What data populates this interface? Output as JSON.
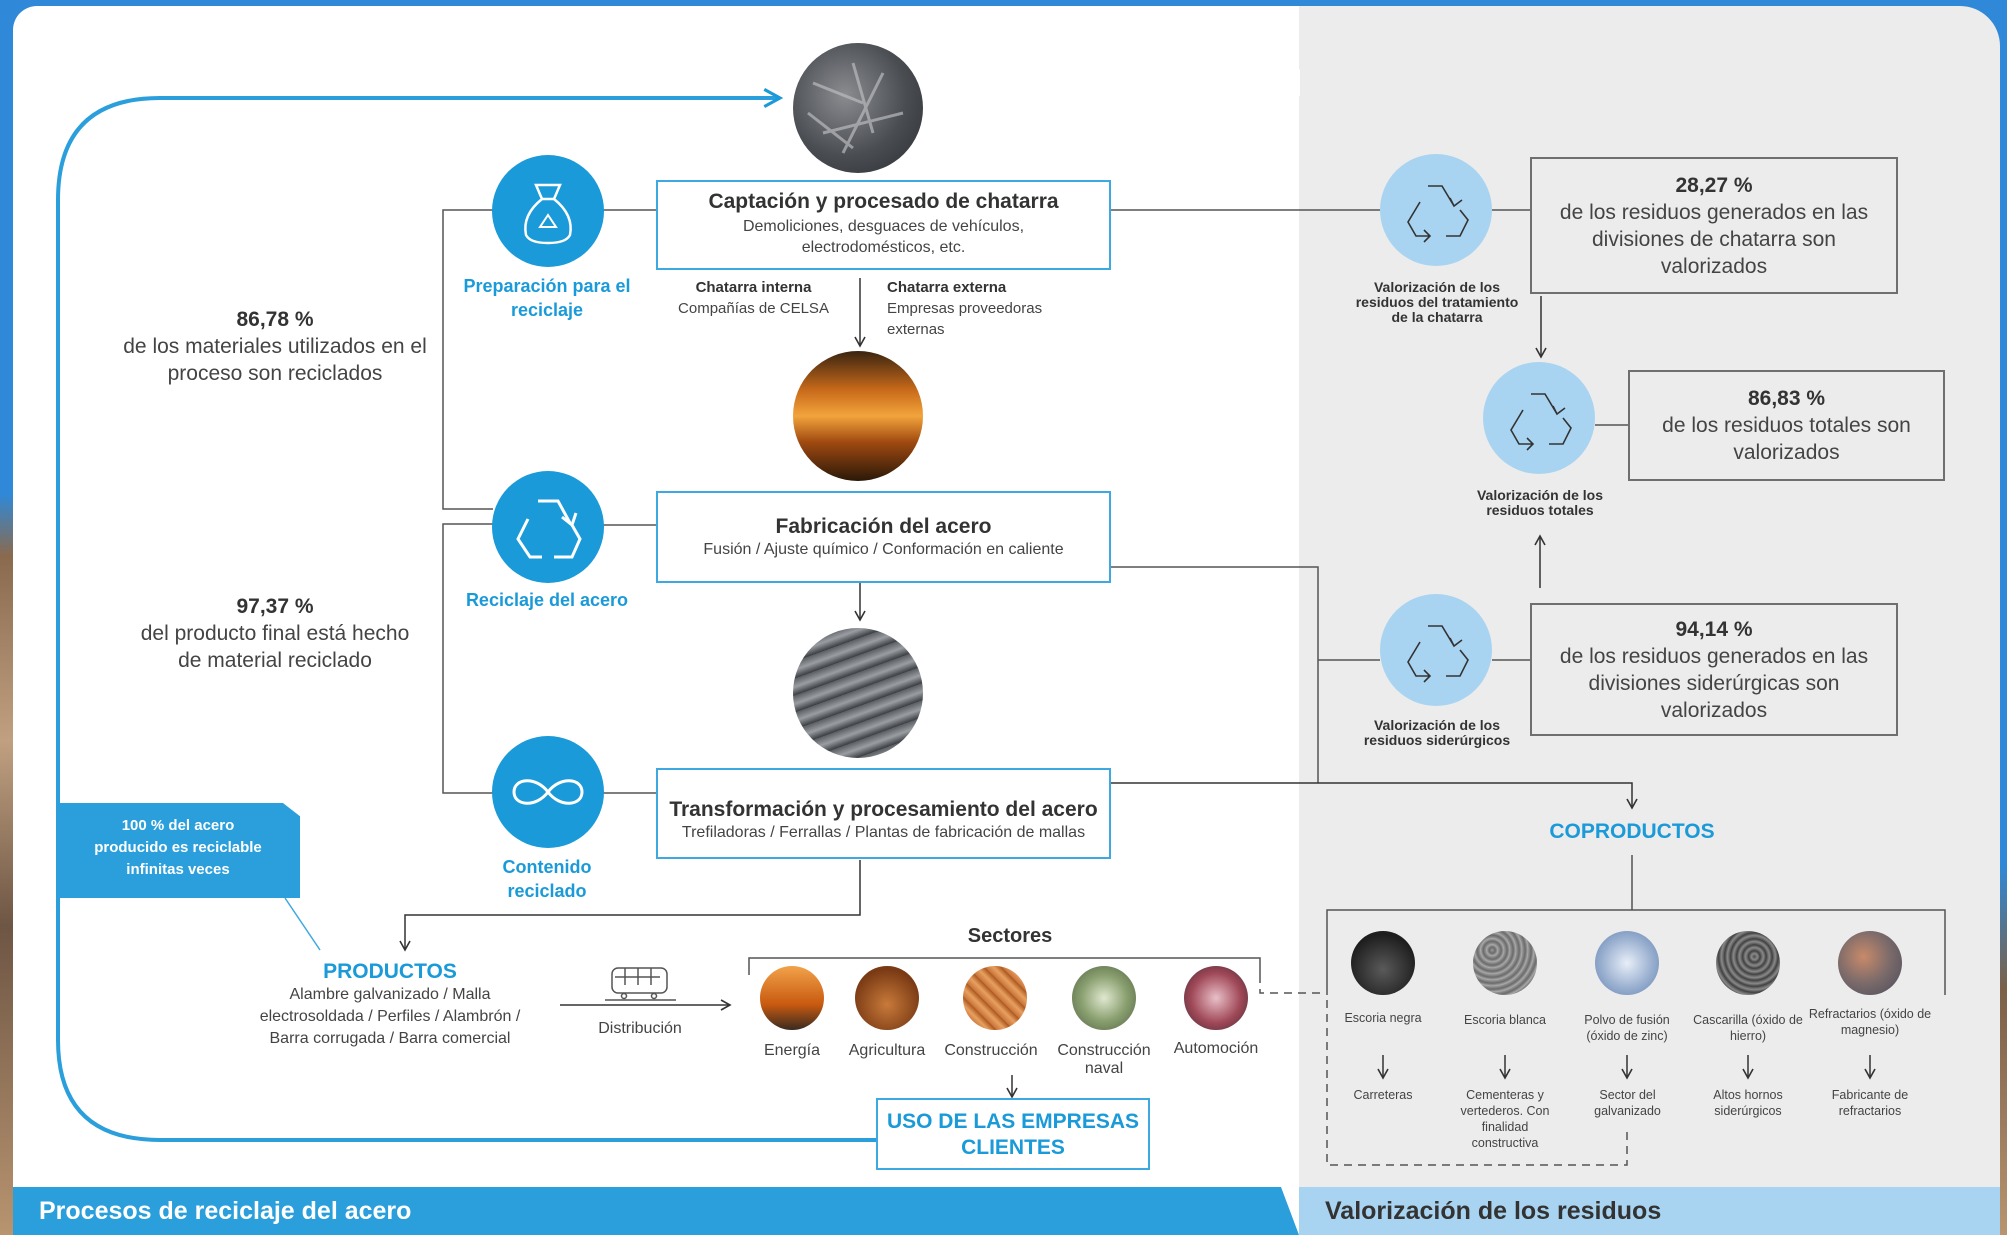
{
  "colors": {
    "blue": "#1a9ad8",
    "light_blue": "#a9d4f1",
    "border_blue": "#3ea8e0",
    "gray_bg": "#ececec",
    "footer_right": "#a9d4f1"
  },
  "process": {
    "captacion": {
      "title": "Captación y procesado de chatarra",
      "desc": "Demoliciones, desguaces de vehículos, electrodomésticos, etc."
    },
    "chatarra_interna": {
      "title": "Chatarra interna",
      "desc": "Compañías de CELSA"
    },
    "chatarra_externa": {
      "title": "Chatarra externa",
      "desc": "Empresas proveedoras externas"
    },
    "fabricacion": {
      "title": "Fabricación del acero",
      "desc": "Fusión / Ajuste químico / Conformación en caliente"
    },
    "transformacion": {
      "title": "Transformación y procesamiento del acero",
      "desc": "Trefiladoras / Ferrallas / Plantas de fabricación de mallas"
    }
  },
  "stages": [
    {
      "label": "Preparación para el reciclaje",
      "icon": "recycle-bag-icon"
    },
    {
      "label": "Reciclaje del acero",
      "icon": "recycle-icon"
    },
    {
      "label": "Contenido reciclado",
      "icon": "infinity-icon"
    }
  ],
  "stats": {
    "s1": {
      "value": "86,78 %",
      "text": "de los materiales utilizados en el proceso son reciclados"
    },
    "s2": {
      "value": "97,37 %",
      "text": "del producto final está hecho de material reciclado"
    }
  },
  "callout": "100 % del acero producido es reciclable infinitas veces",
  "productos": {
    "title": "PRODUCTOS",
    "desc": "Alambre galvanizado / Malla electrosoldada / Perfiles / Alambrón / Barra corrugada / Barra comercial"
  },
  "distribucion": "Distribución",
  "sectores": {
    "title": "Sectores",
    "items": [
      {
        "label": "Energía"
      },
      {
        "label": "Agricultura"
      },
      {
        "label": "Construcción"
      },
      {
        "label": "Construcción naval"
      },
      {
        "label": "Automoción"
      }
    ]
  },
  "uso": "USO DE LAS EMPRESAS CLIENTES",
  "valorizacion": {
    "chatarra": {
      "label": "Valorización de los residuos del tratamiento de la chatarra",
      "value": "28,27 %",
      "text": "de los residuos generados en las divisiones de chatarra son valorizados"
    },
    "totales": {
      "label": "Valorización de los residuos totales",
      "value": "86,83 %",
      "text": "de los residuos totales son valorizados"
    },
    "siderurgicos": {
      "label": "Valorización de los residuos siderúrgicos",
      "value": "94,14 %",
      "text": "de los residuos generados en las divisiones siderúrgicas son valorizados"
    }
  },
  "coproductos": {
    "title": "COPRODUCTOS",
    "items": [
      {
        "name": "Escoria negra",
        "use": "Carreteras"
      },
      {
        "name": "Escoria blanca",
        "use": "Cementeras y vertederos. Con finalidad constructiva"
      },
      {
        "name": "Polvo de fusión (óxido de zinc)",
        "use": "Sector del galvanizado"
      },
      {
        "name": "Cascarilla (óxido de hierro)",
        "use": "Altos hornos siderúrgicos"
      },
      {
        "name": "Refractarios (óxido de magnesio)",
        "use": "Fabricante de refractarios"
      }
    ]
  },
  "footer": {
    "left": "Procesos de reciclaje del acero",
    "right": "Valorización de los residuos"
  }
}
